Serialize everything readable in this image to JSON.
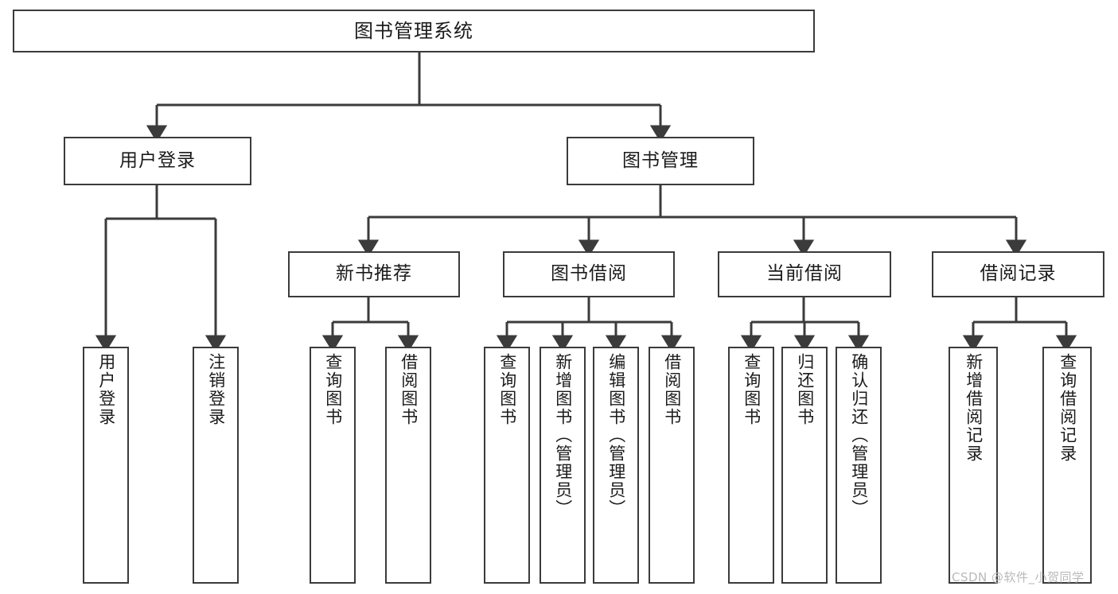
{
  "diagram": {
    "title": "图书管理系统",
    "type": "tree",
    "watermark": "CSDN @软件_小贺同学",
    "colors": {
      "box_border": "#3b3b3b",
      "box_fill": "#ffffff",
      "connector": "#3b3b3b",
      "text": "#1b1b1b",
      "watermark": "#b9b9b9"
    },
    "nodes": {
      "root": {
        "label": "图书管理系统"
      },
      "level2": [
        {
          "id": "user-login",
          "label": "用户登录"
        },
        {
          "id": "book-management",
          "label": "图书管理"
        }
      ],
      "level3": [
        {
          "id": "new-book-recommend",
          "label": "新书推荐"
        },
        {
          "id": "book-borrow",
          "label": "图书借阅"
        },
        {
          "id": "current-borrow",
          "label": "当前借阅"
        },
        {
          "id": "borrow-record",
          "label": "借阅记录"
        }
      ],
      "leaves": {
        "user-login": [
          {
            "id": "leaf-user-login",
            "label": "用户登录"
          },
          {
            "id": "leaf-logout",
            "label": "注销登录"
          }
        ],
        "new-book-recommend": [
          {
            "id": "leaf-query-book-1",
            "label": "查询图书"
          },
          {
            "id": "leaf-borrow-book-1",
            "label": "借阅图书"
          }
        ],
        "book-borrow": [
          {
            "id": "leaf-query-book-2",
            "label": "查询图书"
          },
          {
            "id": "leaf-add-book",
            "label": "新增图书（管理员）"
          },
          {
            "id": "leaf-edit-book",
            "label": "编辑图书（管理员）"
          },
          {
            "id": "leaf-borrow-book-2",
            "label": "借阅图书"
          }
        ],
        "current-borrow": [
          {
            "id": "leaf-query-book-3",
            "label": "查询图书"
          },
          {
            "id": "leaf-return-book",
            "label": "归还图书"
          },
          {
            "id": "leaf-confirm-return",
            "label": "确认归还（管理员）"
          }
        ],
        "borrow-record": [
          {
            "id": "leaf-add-record",
            "label": "新增借阅记录"
          },
          {
            "id": "leaf-query-record",
            "label": "查询借阅记录"
          }
        ]
      }
    }
  }
}
